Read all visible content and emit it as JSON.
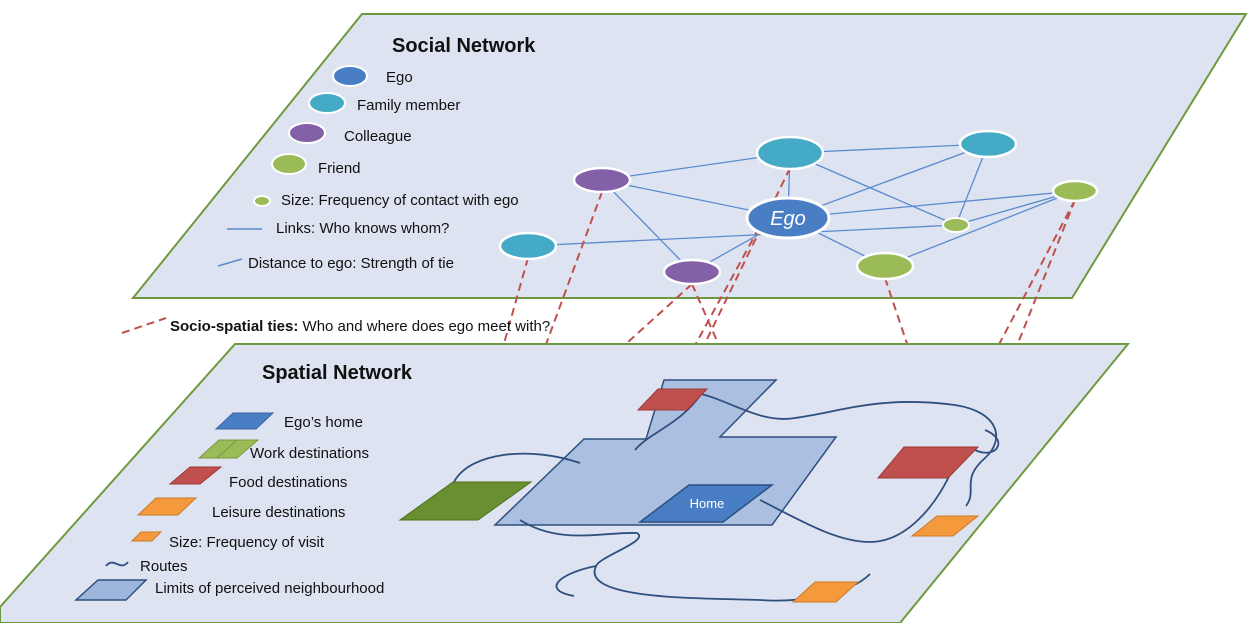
{
  "social": {
    "title": "Social Network",
    "legend": {
      "ego": "Ego",
      "family": "Family member",
      "colleague": "Colleague",
      "friend": "Friend",
      "size": "Size: Frequency of contact with ego",
      "links": "Links: Who knows whom?",
      "distance": "Distance to ego: Strength of tie"
    },
    "ego_label": "Ego"
  },
  "ties": {
    "label_bold": "Socio-spatial ties:",
    "label_rest": " Who and where does ego meet with?"
  },
  "spatial": {
    "title": "Spatial Network",
    "legend": {
      "home": "Ego’s home",
      "work": "Work destinations",
      "food": "Food destinations",
      "leisure": "Leisure destinations",
      "size": "Size: Frequency of visit",
      "routes": "Routes",
      "limits": "Limits of perceived neighbourhood"
    },
    "home_label": "Home"
  },
  "colors": {
    "plane_fill": "#dde3f0",
    "plane_border": "#6e9a3e",
    "ego": "#4a7ec4",
    "family": "#45aac6",
    "colleague": "#8460a8",
    "friend": "#9bbb59",
    "link": "#5a8ad0",
    "tie": "#c0504d",
    "food": "#c0504d",
    "work": "#6a8f30",
    "leisure": "#f59a3c",
    "route": "#2f4f7f",
    "neighbourhood": "#9fb6dc"
  }
}
